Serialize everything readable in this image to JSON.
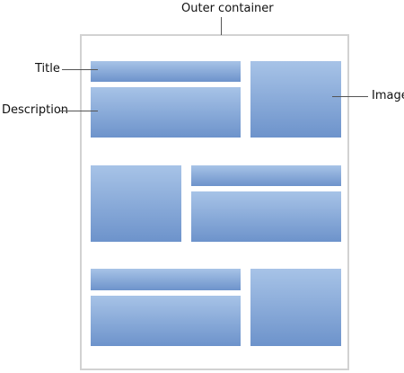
{
  "labels": {
    "outer_container": "Outer container",
    "title": "Title",
    "description": "Description",
    "image": "Image"
  },
  "colors": {
    "block_light": "#a7c3e7",
    "block_dark": "#6d93cb",
    "container_border": "#d2d2d2",
    "leader_line": "#555555"
  }
}
